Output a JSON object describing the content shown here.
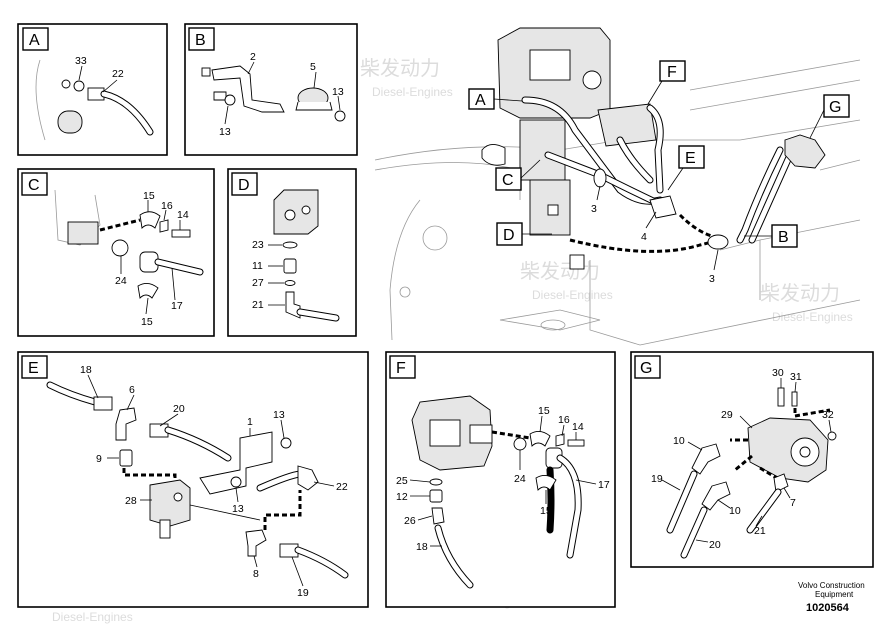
{
  "watermarks": [
    "柴发动力",
    "Diesel-Engines"
  ],
  "panels": {
    "A": {
      "label": "A",
      "parts": [
        "33",
        "22"
      ]
    },
    "B": {
      "label": "B",
      "parts": [
        "2",
        "5",
        "13",
        "13"
      ]
    },
    "C": {
      "label": "C",
      "parts": [
        "15",
        "16",
        "14",
        "24",
        "17",
        "15"
      ]
    },
    "D": {
      "label": "D",
      "parts": [
        "23",
        "11",
        "27",
        "21"
      ]
    },
    "E": {
      "label": "E",
      "parts": [
        "18",
        "6",
        "20",
        "1",
        "13",
        "9",
        "28",
        "13",
        "22",
        "8",
        "19"
      ]
    },
    "F": {
      "label": "F",
      "parts": [
        "15",
        "16",
        "14",
        "25",
        "12",
        "24",
        "17",
        "26",
        "15",
        "18"
      ]
    },
    "G": {
      "label": "G",
      "parts": [
        "30",
        "31",
        "32",
        "29",
        "10",
        "19",
        "10",
        "7",
        "21",
        "20"
      ]
    }
  },
  "overview": {
    "callouts": [
      "A",
      "F",
      "G",
      "C",
      "E",
      "D",
      "B"
    ],
    "parts": [
      "3",
      "4",
      "3"
    ]
  },
  "footer": {
    "line1": "Volvo Construction",
    "line2": "Equipment",
    "id": "1020564"
  }
}
